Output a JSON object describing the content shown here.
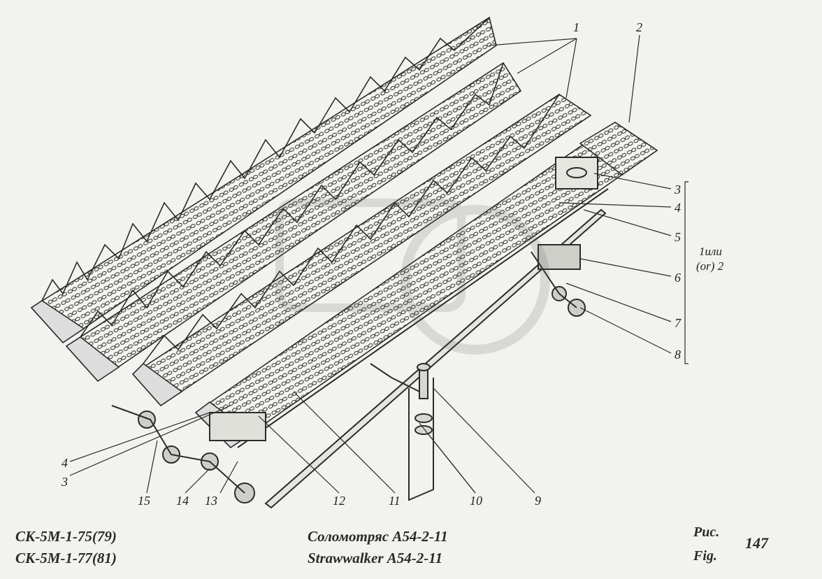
{
  "callouts": {
    "c1": "1",
    "c2": "2",
    "c3_right": "3",
    "c4_right": "4",
    "c5": "5",
    "c6": "6",
    "c7": "7",
    "c8": "8",
    "c9": "9",
    "c10": "10",
    "c11": "11",
    "c12": "12",
    "c13": "13",
    "c14": "14",
    "c15": "15",
    "c3_left": "3",
    "c4_left": "4"
  },
  "group": {
    "line1": "1или",
    "line2": "(or) 2"
  },
  "caption": {
    "model_line1": "СК-5М-1-75(79)",
    "model_line2": "СК-5М-1-77(81)",
    "title_ru": "Соломотряс А54-2-11",
    "title_en": "Strawwalker А54-2-11",
    "fig_ru": "Рис.",
    "fig_en": "Fig.",
    "fig_number": "147"
  },
  "colors": {
    "ink": "#2b2b2b",
    "paper": "#f2f2ee"
  }
}
